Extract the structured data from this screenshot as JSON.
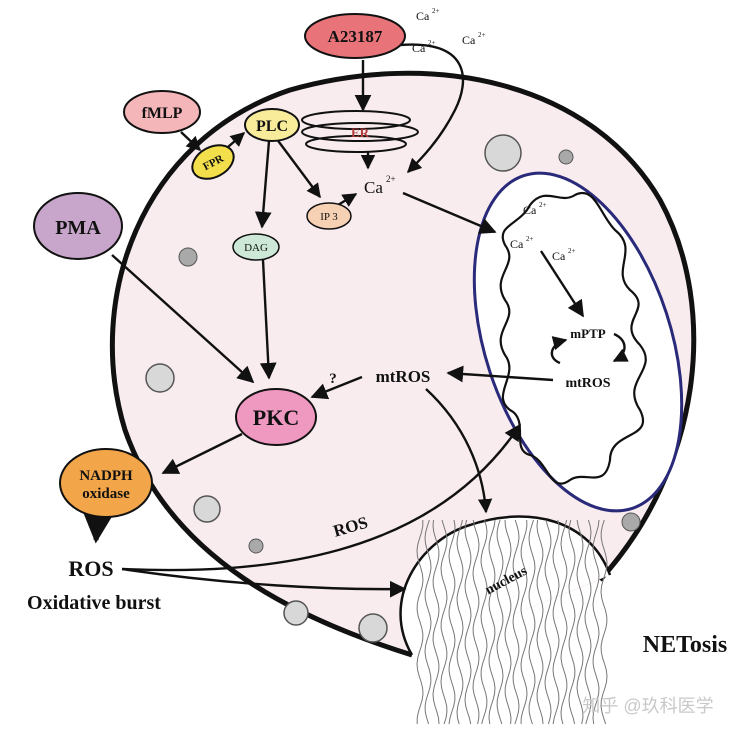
{
  "labels": {
    "a23187": "A23187",
    "fmlp": "fMLP",
    "fpr": "FPR",
    "plc": "PLC",
    "er": "ER",
    "ip3": "IP 3",
    "dag": "DAG",
    "pma": "PMA",
    "pkc": "PKC",
    "nadph_line1": "NADPH",
    "nadph_line2": "oxidase",
    "ros_cell": "ROS",
    "ros_out": "ROS",
    "oxidative_burst": "Oxidative burst",
    "mtros_center": "mtROS",
    "mtros_mito": "mtROS",
    "mptp": "mPTP",
    "question": "?",
    "nucleus": "nucleus",
    "netosis": "NETosis",
    "ca": "Ca",
    "ca_sup": "2+",
    "watermark": "知乎 @玖科医学"
  },
  "colors": {
    "cell_fill": "#f8ecef",
    "a23187_fill": "#e8747a",
    "fmlp_fill": "#f4b6b9",
    "fpr_fill": "#f3df4c",
    "plc_fill": "#f8ec9a",
    "ip3_fill": "#f6d1b3",
    "dag_fill": "#cde8d6",
    "pma_fill": "#c8a6cb",
    "pkc_fill": "#ef98c0",
    "nadph_fill": "#f2a649",
    "er_label": "#b23a3a",
    "mito_stroke": "#2a2a7a",
    "vesicle_gray": "#d8d8d8",
    "vesicle_dark": "#a9a9a9"
  }
}
